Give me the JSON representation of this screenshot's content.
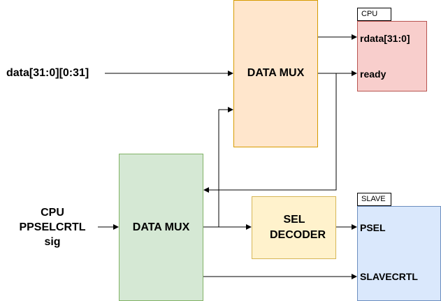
{
  "top_mux": {
    "label": "DATA MUX"
  },
  "bottom_mux": {
    "label": "DATA MUX"
  },
  "sel_decoder": {
    "label": "SEL DECODER"
  },
  "inputs": {
    "data": "data[31:0][0:31]",
    "cpu_ctrl": "CPU\nPPSELCRTL\nsig"
  },
  "cpu": {
    "tag": "CPU",
    "ports": [
      "rdata[31:0]",
      "ready"
    ]
  },
  "slave": {
    "tag": "SLAVE",
    "ports": [
      "PSEL",
      "SLAVECRTL"
    ]
  },
  "colors": {
    "top_mux_fill": "#ffe6cc",
    "top_mux_border": "#d79b00",
    "bottom_mux_fill": "#d5e8d4",
    "bottom_mux_border": "#82b366",
    "decoder_fill": "#fff2cc",
    "decoder_border": "#d6b656",
    "cpu_fill": "#f8cecc",
    "cpu_border": "#b85450",
    "slave_fill": "#dae8fc",
    "slave_border": "#6c8ebf"
  }
}
